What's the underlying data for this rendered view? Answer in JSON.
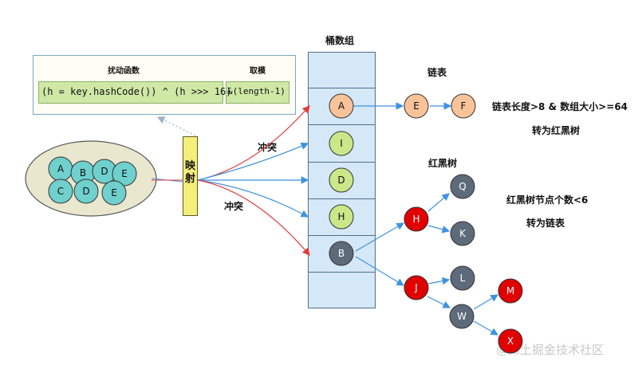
{
  "labels": {
    "bucket_title": "桶数组",
    "perturb": "扰动函数",
    "modulo": "取模",
    "code_hash": "(h = key.hashCode()) ^ (h >>> 16)",
    "code_mod": "&(length-1)",
    "map": "映射",
    "collision_top": "冲突",
    "collision_bottom": "冲突",
    "linked_list": "链表",
    "rb_tree": "红黑树",
    "to_tree_rule": "链表长度>8 & 数组大小>=64",
    "to_tree": "转为红黑树",
    "to_list_rule": "红黑树节点个数<6",
    "to_list": "转为链表",
    "watermark": "@稀土掘金技术社区"
  },
  "keys": [
    "A",
    "B",
    "D",
    "E",
    "C",
    "D",
    "E"
  ],
  "buckets": [
    "A",
    "I",
    "D",
    "H",
    "B"
  ],
  "list": [
    "E",
    "F"
  ],
  "tree": [
    "Q",
    "H",
    "K",
    "J",
    "L",
    "W",
    "M",
    "X"
  ],
  "colors": {
    "orange_node": "#f9c39a",
    "green_node": "#cce68a",
    "gray_node": "#5d6a7a",
    "red_node": "#e00000",
    "key_node": "#6fd0cd",
    "bucket_bg": "#d5e8f7",
    "arrow_blue": "#3d93df",
    "arrow_red": "#e23b3b",
    "map_box": "#f4ee7a",
    "code_bg": "#cfe8a6"
  }
}
